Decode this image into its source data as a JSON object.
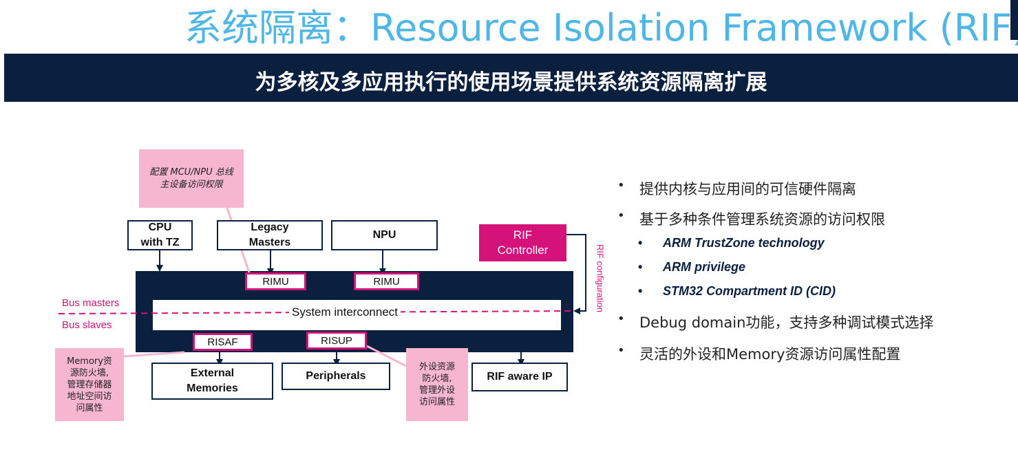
{
  "slide": {
    "title": "系统隔离：Resource Isolation Framework (RIF)",
    "banner": "为多核及多应用执行的使用场景提供系统资源隔离扩展"
  },
  "diagram": {
    "annotations": {
      "mcu_npu": [
        "配置 MCU/NPU 总线",
        "主设备访问权限"
      ],
      "memory": [
        "Memory资",
        "源防火墙,",
        "管理存储器",
        "地址空间访",
        "问属性"
      ],
      "peripheral": [
        "外设资源",
        "防火墙,",
        "管理外设",
        "访问属性"
      ]
    },
    "masters": {
      "cpu": [
        "CPU",
        "with TZ"
      ],
      "legacy": [
        "Legacy",
        "Masters"
      ],
      "npu": "NPU"
    },
    "controller": [
      "RIF",
      "Controller"
    ],
    "rif_configuration": "RIF configuration",
    "rimu_left": "RIMU",
    "rimu_right": "RIMU",
    "bus_masters": "Bus masters",
    "bus_slaves": "Bus slaves",
    "interconnect": "System interconnect",
    "risaf": "RISAF",
    "risup": "RISUP",
    "slaves": {
      "external": [
        "External",
        "Memories"
      ],
      "peripherals": "Peripherals",
      "rif_aware": "RIF aware IP"
    }
  },
  "bullets": {
    "items": [
      "提供内核与应用间的可信硬件隔离",
      "基于多种条件管理系统资源的访问权限",
      "Debug domain功能，支持多种调试模式选择",
      "灵活的外设和Memory资源访问属性配置"
    ],
    "subitems": [
      "ARM TrustZone technology",
      "ARM privilege",
      "STM32 Compartment ID (CID)"
    ]
  },
  "colors": {
    "title": "#4fb6e6",
    "navy": "#0b1f3f",
    "magenta": "#d4127a",
    "pink": "#f7b6cf"
  }
}
